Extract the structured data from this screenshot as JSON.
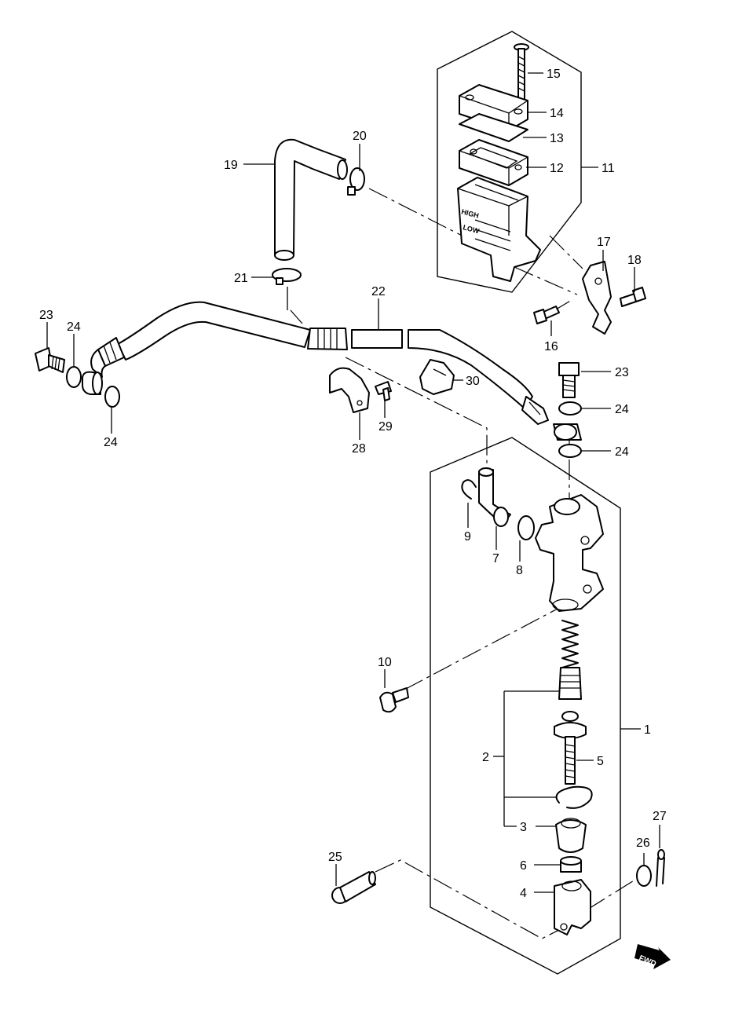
{
  "diagram": {
    "labels": [
      {
        "id": "1",
        "text": "1"
      },
      {
        "id": "2",
        "text": "2"
      },
      {
        "id": "3",
        "text": "3"
      },
      {
        "id": "4",
        "text": "4"
      },
      {
        "id": "5",
        "text": "5"
      },
      {
        "id": "6",
        "text": "6"
      },
      {
        "id": "7",
        "text": "7"
      },
      {
        "id": "8",
        "text": "8"
      },
      {
        "id": "9",
        "text": "9"
      },
      {
        "id": "10",
        "text": "10"
      },
      {
        "id": "11",
        "text": "11"
      },
      {
        "id": "12",
        "text": "12"
      },
      {
        "id": "13",
        "text": "13"
      },
      {
        "id": "14",
        "text": "14"
      },
      {
        "id": "15",
        "text": "15"
      },
      {
        "id": "16",
        "text": "16"
      },
      {
        "id": "17",
        "text": "17"
      },
      {
        "id": "18",
        "text": "18"
      },
      {
        "id": "19",
        "text": "19"
      },
      {
        "id": "20",
        "text": "20"
      },
      {
        "id": "21",
        "text": "21"
      },
      {
        "id": "22",
        "text": "22"
      },
      {
        "id": "23a",
        "text": "23"
      },
      {
        "id": "23b",
        "text": "23"
      },
      {
        "id": "24a",
        "text": "24"
      },
      {
        "id": "24b",
        "text": "24"
      },
      {
        "id": "24c",
        "text": "24"
      },
      {
        "id": "24d",
        "text": "24"
      },
      {
        "id": "25",
        "text": "25"
      },
      {
        "id": "26",
        "text": "26"
      },
      {
        "id": "27",
        "text": "27"
      },
      {
        "id": "28",
        "text": "28"
      },
      {
        "id": "29",
        "text": "29"
      },
      {
        "id": "30",
        "text": "30"
      }
    ],
    "reservoir_markings": {
      "high": "HIGH",
      "low": "LOW"
    },
    "direction_badge": "FWD"
  }
}
